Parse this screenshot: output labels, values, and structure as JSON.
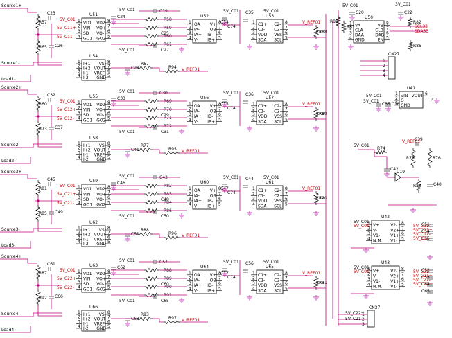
{
  "nets": {
    "vcc": "5V_C01",
    "vcc3": "3V_C01",
    "vref": "V_REF01"
  },
  "rows": [
    {
      "source_plus": "Source1+",
      "source_minus": "Source1-",
      "load": "Load1-",
      "u_amp": "U51",
      "u_ref": "U54",
      "u_oa": "U52",
      "u_adc": "U53",
      "r_top": "R57",
      "r_mid": "R65",
      "c_top": "C23",
      "c_mid": "C26",
      "c_amp": "C24",
      "c_ref": "C28",
      "r_oa": [
        "R58",
        "R59",
        "R60",
        "R61"
      ],
      "c_oa": [
        "C19",
        "C25",
        "C27"
      ],
      "c_adc": [
        "C35",
        "C34"
      ],
      "c_adc2": "C70",
      "r_adc": "R68",
      "r_load": "R67",
      "r_load2": "R94",
      "ci_a": "5V_C11+",
      "ci_b": "5V_C11-"
    },
    {
      "source_plus": "Source2+",
      "source_minus": "Source2-",
      "load": "Load2-",
      "u_amp": "U55",
      "u_ref": "U58",
      "u_oa": "U56",
      "u_adc": "U57",
      "r_top": "R60",
      "r_mid": "R73",
      "c_top": "C32",
      "c_mid": "C37",
      "c_amp": "C33",
      "c_ref": "C41",
      "r_oa": [
        "R69",
        "R70",
        "R71",
        "R72"
      ],
      "c_oa": [
        "C30",
        "C29",
        "C31"
      ],
      "c_adc": [
        "C36",
        "C75"
      ],
      "c_adc2": "C71",
      "r_adc": "R89",
      "r_load": "R77",
      "r_load2": "R95",
      "ci_a": "5V_C12+",
      "ci_b": "5V_C12-"
    },
    {
      "source_plus": "Source3+",
      "source_minus": "Source3-",
      "load": "Load3-",
      "u_amp": "U59",
      "u_ref": "U62",
      "u_oa": "U60",
      "u_adc": "U61",
      "r_top": "R81",
      "r_mid": "R85",
      "c_top": "C45",
      "c_mid": "C49",
      "c_amp": "C46",
      "c_ref": "C51",
      "r_oa": [
        "R82",
        "R83",
        "R84",
        "R86"
      ],
      "c_oa": [
        "C43",
        "C48",
        "C50"
      ],
      "c_adc": [
        "C44",
        "C47"
      ],
      "c_adc2": "C72",
      "r_adc": "R90",
      "r_load": "R88",
      "r_load2": "R96",
      "ci_a": "5V_C21+",
      "ci_b": "5V_C21-"
    },
    {
      "source_plus": "Source4+",
      "source_minus": "Source4-",
      "load": "Load4-",
      "u_amp": "U63",
      "u_ref": "U66",
      "u_oa": "U64",
      "u_adc": "U65",
      "r_top": "R87",
      "r_mid": "R92",
      "c_top": "C61",
      "c_mid": "C66",
      "c_amp": "C62",
      "c_ref": "C63",
      "r_oa": [
        "R88",
        "R89",
        "R90",
        "R91"
      ],
      "c_oa": [
        "C57",
        "C60",
        "C65"
      ],
      "c_adc": [
        "C56",
        "C77"
      ],
      "c_adc2": "C73",
      "r_adc": "R91",
      "r_load": "R93",
      "r_load2": "R97",
      "ci_a": "5V_C22+",
      "ci_b": "5V_C22-"
    }
  ],
  "pins": {
    "amp_left": [
      "VD1",
      "VIN",
      "SD",
      "GO1"
    ],
    "amp_right": [
      "VD2",
      "VO+",
      "VO-",
      "GO2"
    ],
    "ref_left": [
      "I+1",
      "I+2",
      "I-1",
      "I-2"
    ],
    "ref_right": [
      "VS",
      "VOUT",
      "VREF",
      "GND"
    ],
    "oa_left": [
      "OA",
      "IA-",
      "IA+",
      "V-"
    ],
    "oa_right": [
      "V+",
      "OB",
      "IB-",
      "IB+"
    ],
    "adc_left": [
      "C1+",
      "C1-",
      "VDD",
      "SDA"
    ],
    "adc_right": [
      "C2-",
      "C2+",
      "VSS",
      "SCL"
    ],
    "u50_left": [
      "VA",
      "CLA",
      "DAA",
      "GND"
    ],
    "u50_right": [
      "VB",
      "CLB",
      "DAB",
      "EN"
    ],
    "u41_left": [
      "VIN",
      "G",
      "GND"
    ],
    "u41_right": [
      "VOUT"
    ],
    "u4x_left": [
      "V+",
      "V-",
      "V1-",
      "N.M."
    ],
    "u4x_right": [
      "V2-",
      "V2+",
      "V1+",
      "V1-"
    ]
  },
  "right_panel": {
    "u50": {
      "label": "U50",
      "r_a": "R80",
      "r_b": "R81",
      "r_c": "R82",
      "r_d": "R86",
      "c_a": "C20",
      "c_b": "C22",
      "scl": "SCL33",
      "sda": "SDA33"
    },
    "cn27": {
      "label": "CN27",
      "pins": [
        "1",
        "2",
        "3",
        "4"
      ]
    },
    "u41": {
      "label": "U41",
      "pin_out": "4",
      "c_a": "C35",
      "c_b": "C36"
    },
    "ref_circuit": {
      "r_a": "R74",
      "r_b": "R75",
      "r_c": "R76",
      "r_d": "R80",
      "c_a": "C42",
      "c_b": "C39",
      "c_c": "C40",
      "diode": "U19"
    },
    "u42": {
      "label": "U42",
      "c_a": "C51",
      "c_b": "C54",
      "c_c": "C55",
      "nets": [
        "5V_C11-",
        "5V_C11+",
        "5V_C12-",
        "5V_C12+"
      ]
    },
    "u43": {
      "label": "U43",
      "c_a": "C52",
      "c_b": "C53",
      "c_c": "C64",
      "c_d": "C65",
      "nets": [
        "5V_C21-",
        "5V_C21+",
        "5V_C22-",
        "5V_C22+"
      ]
    },
    "cn37": {
      "label": "CN37",
      "nets": [
        "5V_C22+",
        "5V_C21-"
      ],
      "pins": [
        "1",
        "2",
        "3"
      ]
    }
  }
}
